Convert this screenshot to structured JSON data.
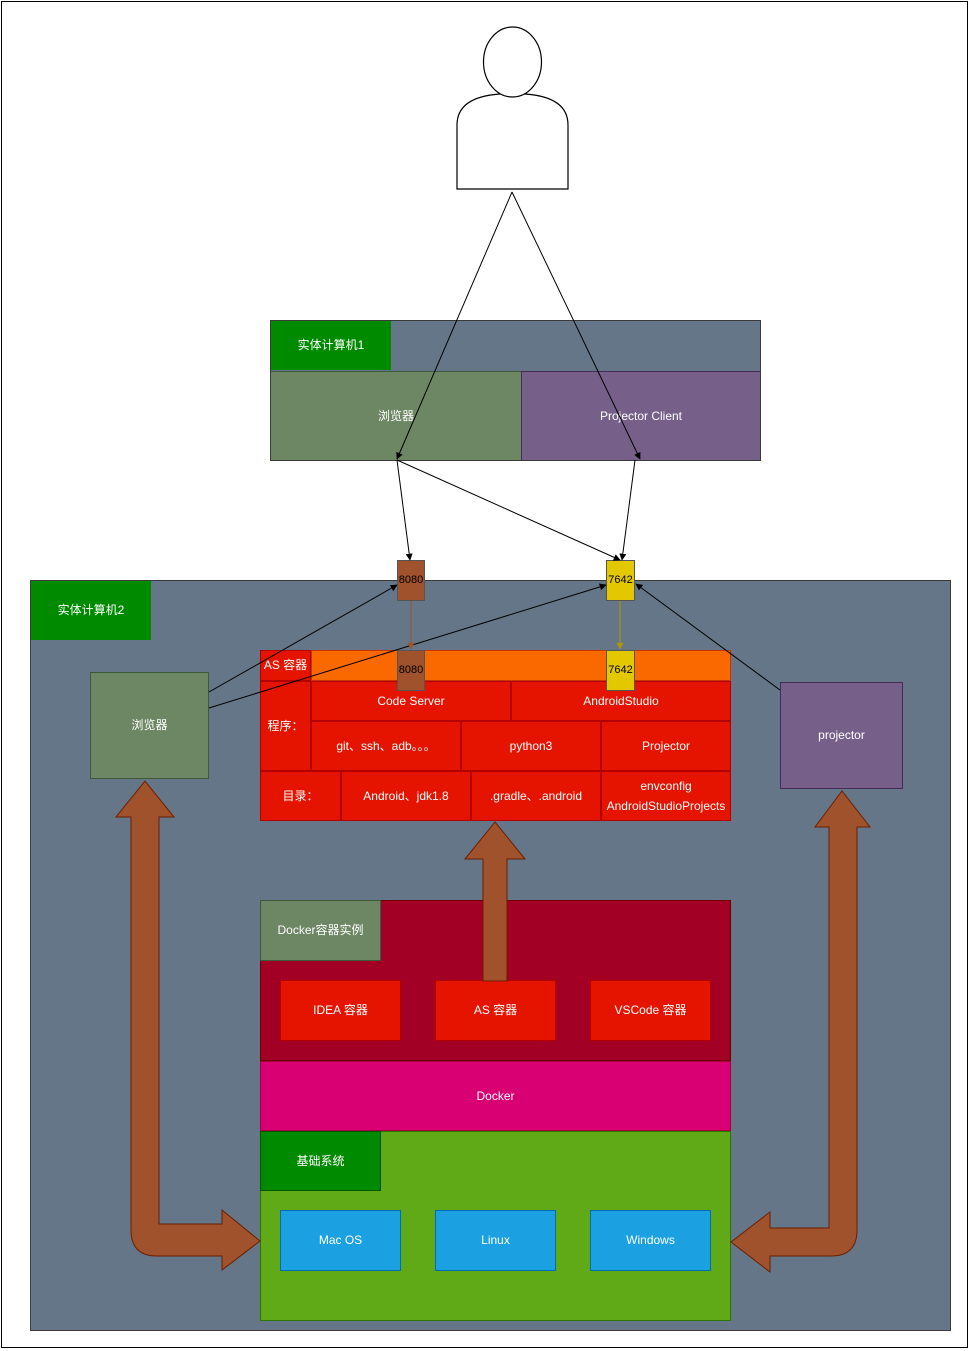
{
  "machine1": {
    "title": "实体计算机1",
    "browser": "浏览器",
    "projector_client": "Projector Client"
  },
  "machine2": {
    "title": "实体计算机2",
    "browser": "浏览器",
    "projector": "projector"
  },
  "ports": {
    "code_server_port": "8080",
    "projector_port": "7642",
    "inner_code_server_port": "8080",
    "inner_projector_port": "7642"
  },
  "as_container": {
    "title": "AS 容器",
    "programs_label": "程序：",
    "dirs_label": "目录：",
    "code_server": "Code Server",
    "android_studio": "AndroidStudio",
    "tools": "git、ssh、adb。。。",
    "python": "python3",
    "projector": "Projector",
    "dir_android": "Android、jdk1.8",
    "dir_gradle": ".gradle、.android",
    "dir_envconfig": "envconfig",
    "dir_projects": "AndroidStudioProjects"
  },
  "docker_instances": {
    "title": "Docker容器实例",
    "idea": "IDEA 容器",
    "as": "AS 容器",
    "vscode": "VSCode 容器"
  },
  "docker": {
    "label": "Docker"
  },
  "base_system": {
    "title": "基础系统",
    "macos": "Mac OS",
    "linux": "Linux",
    "windows": "Windows"
  },
  "colors": {
    "slate": "#647687",
    "green_dark": "#008a00",
    "sage": "#6d8764",
    "purple": "#76608a",
    "red": "#e51400",
    "orange": "#fa6800",
    "brown": "#a0522d",
    "yellow": "#e3c800",
    "crimson": "#a20025",
    "magenta": "#d80073",
    "lime": "#60a917",
    "blue": "#1ba1e2"
  }
}
